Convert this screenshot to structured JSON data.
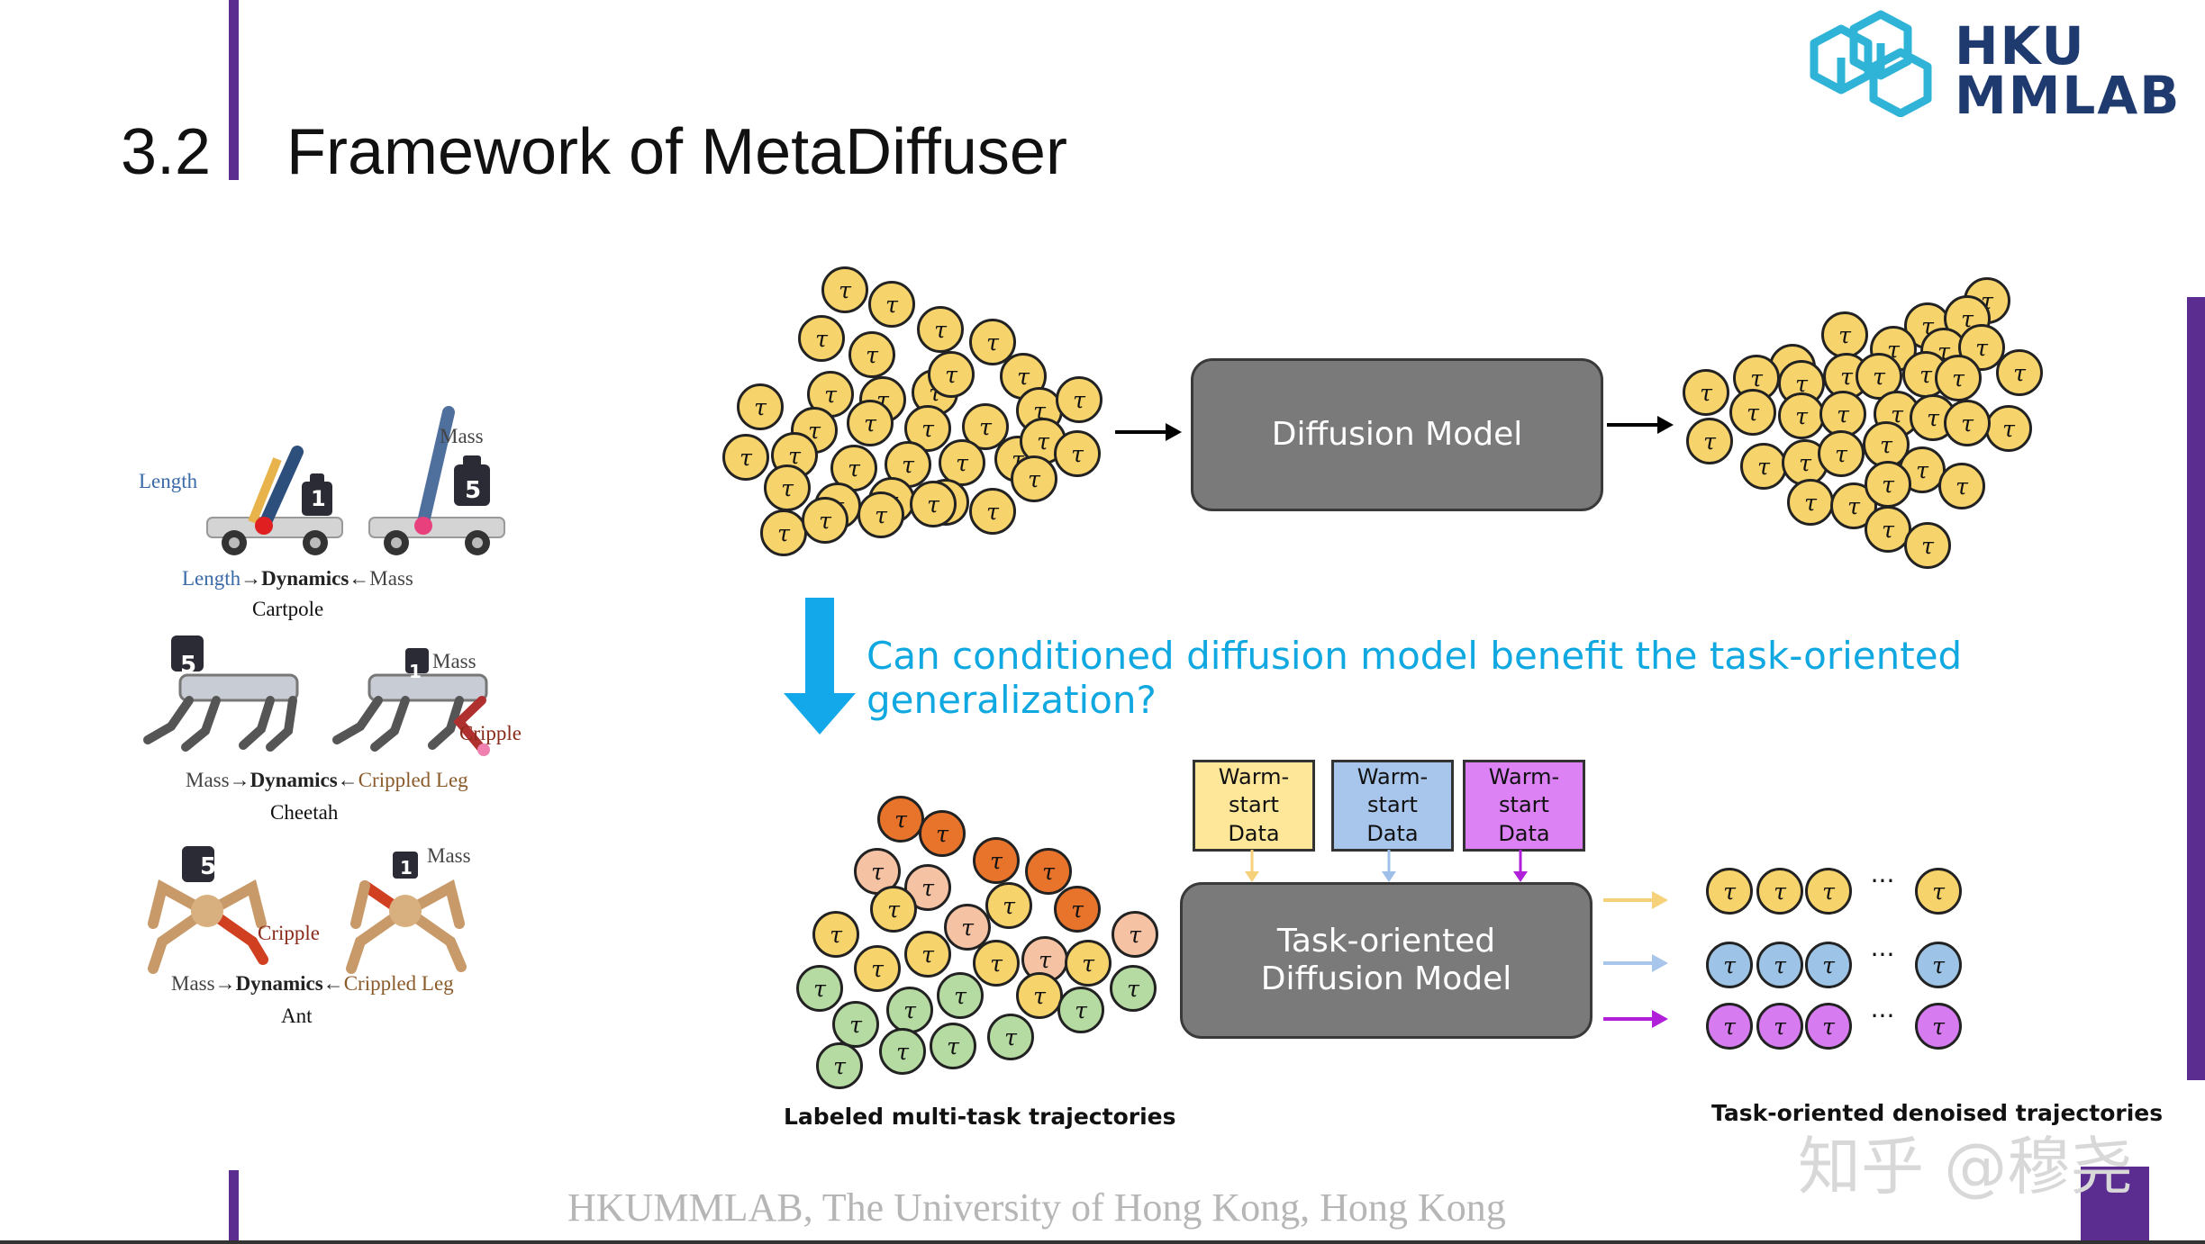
{
  "header": {
    "section_number": "3.2",
    "title": "Framework of MetaDiffuser"
  },
  "logo": {
    "line1": "HKU",
    "line2": "MMLAB",
    "colors": {
      "mark": "#2fb4d8",
      "text": "#1f3a6e"
    }
  },
  "question": "Can conditioned diffusion model benefit the task-oriented generalization?",
  "diffusion_model_label": "Diffusion Model",
  "task_model_label_line1": "Task-oriented",
  "task_model_label_line2": "Diffusion Model",
  "warm_start": {
    "line1": "Warm-",
    "line2": "start",
    "line3": "Data"
  },
  "captions": {
    "left": "Labeled multi-task trajectories",
    "right": "Task-oriented denoised trajectories"
  },
  "tau": "τ",
  "ellipsis": "···",
  "envs": {
    "cartpole": {
      "length_label": "Length",
      "mass_label": "Mass",
      "weight_1": "1",
      "weight_5": "5",
      "relation": {
        "left": "Length",
        "mid": "→Dynamics←",
        "right": "Mass"
      },
      "name": "Cartpole"
    },
    "cheetah": {
      "weight_5": "5",
      "weight_1": "1",
      "mass_label": "Mass",
      "cripple_label": "Cripple",
      "relation": {
        "left": "Mass",
        "mid": "→Dynamics←",
        "right": "Crippled Leg"
      },
      "name": "Cheetah"
    },
    "ant": {
      "weight_5": "5",
      "weight_1": "1",
      "mass_label": "Mass",
      "cripple_label": "Cripple",
      "relation": {
        "left": "Mass",
        "mid": "→Dynamics←",
        "right": "Crippled Leg"
      },
      "name": "Ant"
    }
  },
  "footer": "HKUMMLAB, The University of Hong Kong, Hong Kong",
  "watermark": "知乎 @穆尧",
  "colors": {
    "yellow": "#f7d36b",
    "orange": "#e8742c",
    "peach": "#f5c3a4",
    "green": "#b6dba2",
    "blue": "#9dc3e6",
    "purple": "#d67cf0",
    "warm_yellow": "#ffe799",
    "warm_blue": "#a8c6ec",
    "warm_purple": "#dc82f5",
    "question": "#10a8e0",
    "accent_bar": "#5c2d91"
  }
}
